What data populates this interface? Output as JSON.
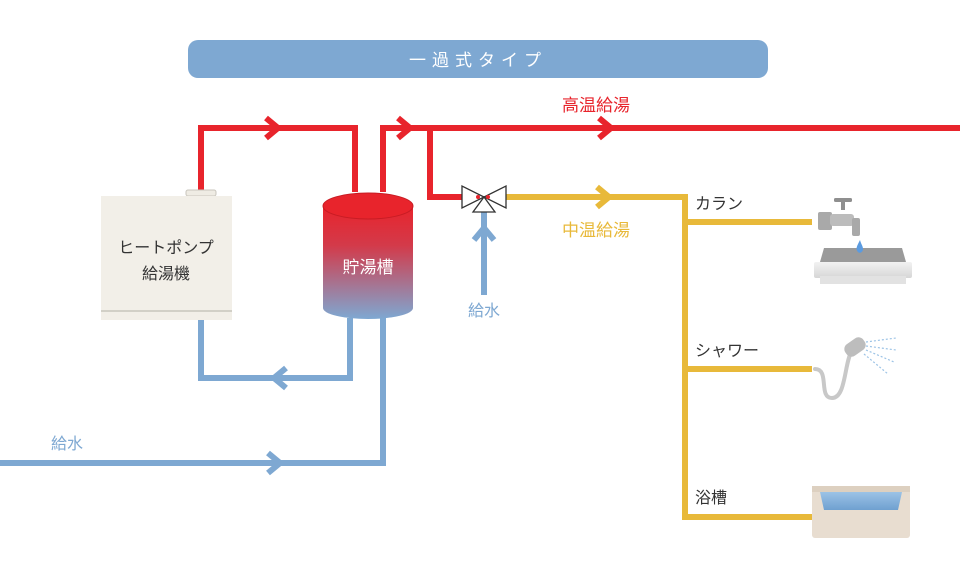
{
  "header": {
    "title": "一過式タイプ"
  },
  "heat_pump": {
    "line1": "ヒートポンプ",
    "line2": "給湯機"
  },
  "tank": {
    "label": "貯湯槽"
  },
  "labels": {
    "high_temp": "高温給湯",
    "mid_temp": "中温給湯",
    "water_supply_valve": "給水",
    "water_supply_main": "給水",
    "faucet": "カラン",
    "shower": "シャワー",
    "bathtub": "浴槽"
  },
  "colors": {
    "hot": "#e8242c",
    "warm": "#e8b93a",
    "cold": "#7ea8d2",
    "header_bg": "#7ea8d2",
    "text": "#333333"
  }
}
